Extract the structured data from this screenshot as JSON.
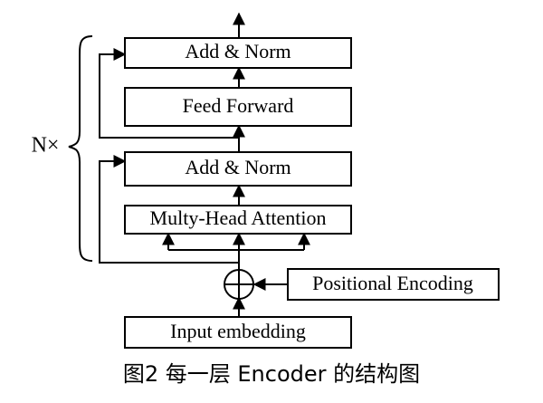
{
  "diagram": {
    "blocks": {
      "add_norm_top": "Add & Norm",
      "feed_forward": "Feed Forward",
      "add_norm_bottom": "Add & Norm",
      "multi_head_attention": "Multy-Head Attention",
      "positional_encoding": "Positional Encoding",
      "input_embedding": "Input embedding"
    },
    "repeat_label": "N×",
    "caption": "图2  每一层 Encoder 的结构图"
  }
}
